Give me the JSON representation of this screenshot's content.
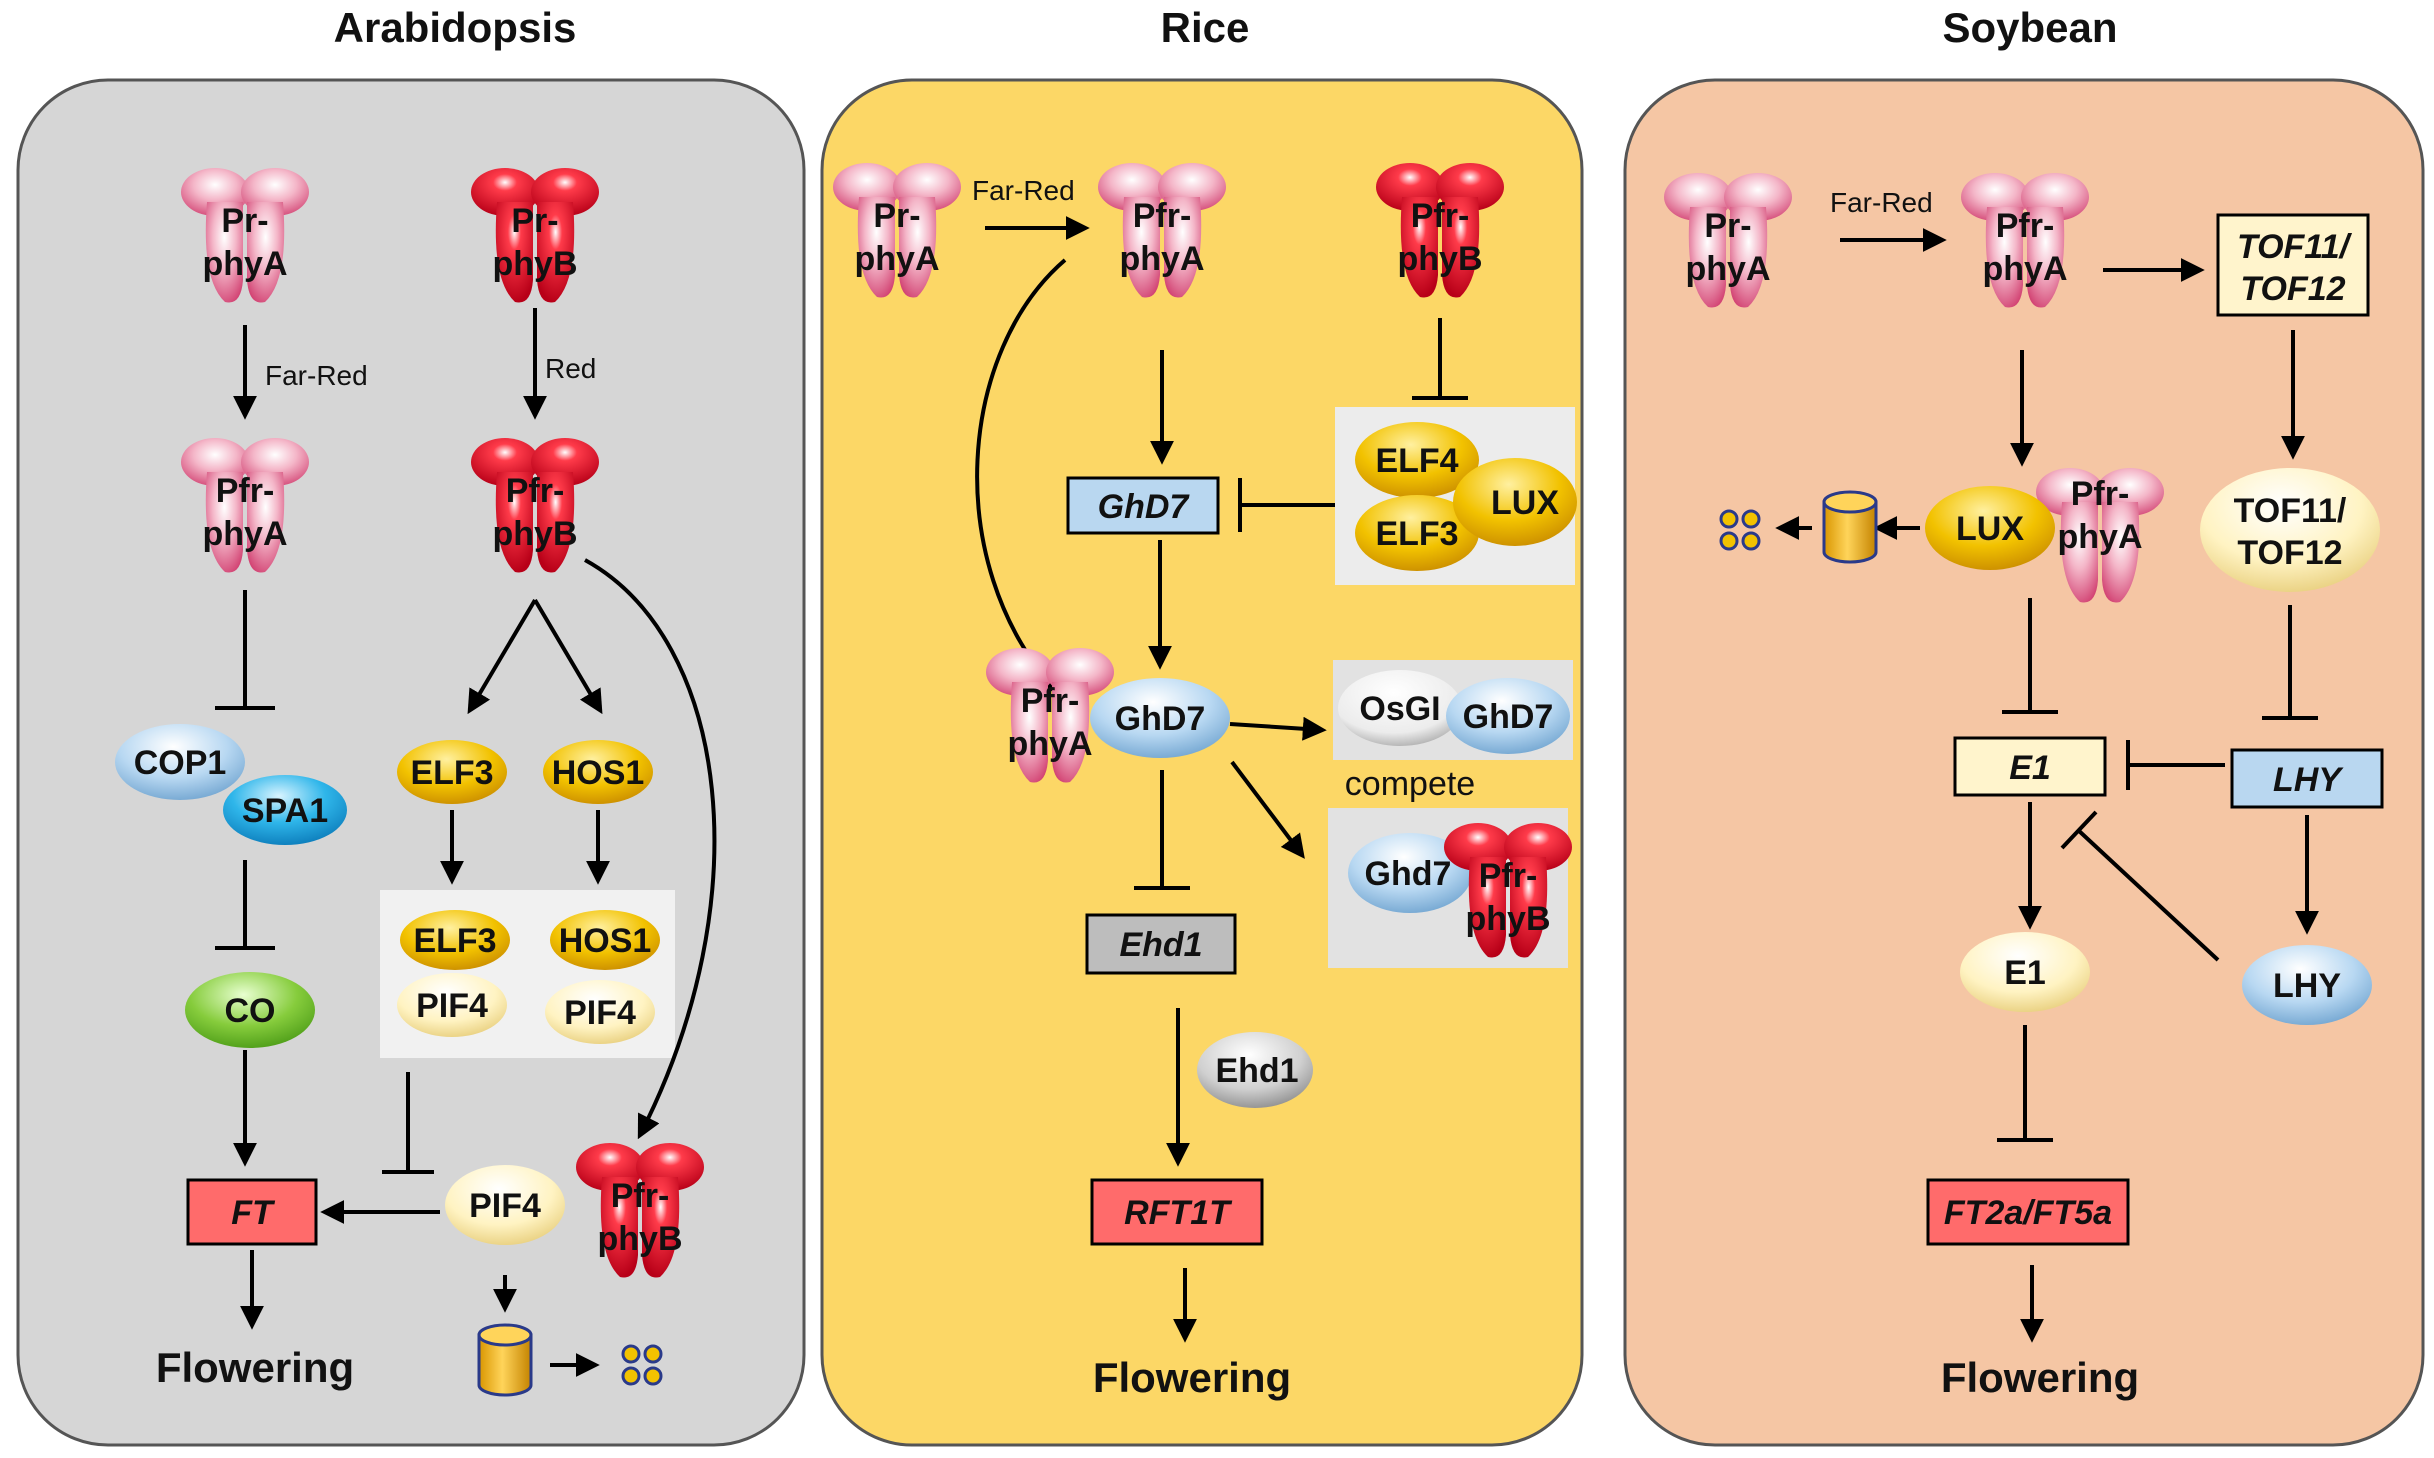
{
  "panels": {
    "arabidopsis": {
      "title": "Arabidopsis",
      "pr_phyA": [
        "Pr-",
        "phyA"
      ],
      "pr_phyB": [
        "Pr-",
        "phyB"
      ],
      "far_red": "Far-Red",
      "red": "Red",
      "pfr_phyA": [
        "Pfr-",
        "phyA"
      ],
      "pfr_phyB": [
        "Pfr-",
        "phyB"
      ],
      "cop1": "COP1",
      "spa1": "SPA1",
      "co": "CO",
      "elf3": "ELF3",
      "hos1": "HOS1",
      "complex_elf3": "ELF3",
      "complex_hos1": "HOS1",
      "complex_pif4_a": "PIF4",
      "complex_pif4_b": "PIF4",
      "ft": "FT",
      "pif4": "PIF4",
      "pfr_phyB_2": [
        "Pfr-",
        "phyB"
      ],
      "flowering": "Flowering"
    },
    "rice": {
      "title": "Rice",
      "pr_phyA": [
        "Pr-",
        "phyA"
      ],
      "far_red": "Far-Red",
      "pfr_phyA": [
        "Pfr-",
        "phyA"
      ],
      "pfr_phyB": [
        "Pfr-",
        "phyB"
      ],
      "elf4": "ELF4",
      "elf3": "ELF3",
      "lux": "LUX",
      "ghd7_gene": "GhD7",
      "pfr_phyA_2": [
        "Pfr-",
        "phyA"
      ],
      "ghd7_protein": "GhD7",
      "osgi": "OsGI",
      "ghd7_small": "GhD7",
      "compete": "compete",
      "ghd7_b": "Ghd7",
      "pfr_phyB_2": [
        "Pfr-",
        "phyB"
      ],
      "ehd1_gene": "Ehd1",
      "ehd1_protein": "Ehd1",
      "rft1": "RFT1T",
      "flowering": "Flowering"
    },
    "soybean": {
      "title": "Soybean",
      "pr_phyA": [
        "Pr-",
        "phyA"
      ],
      "far_red": "Far-Red",
      "pfr_phyA": [
        "Pfr-",
        "phyA"
      ],
      "tof_gene": [
        "TOF11/",
        "TOF12"
      ],
      "lux": "LUX",
      "pfr_phyA_2": [
        "Pfr-",
        "phyA"
      ],
      "tof_protein": [
        "TOF11/",
        "TOF12"
      ],
      "e1_gene": "E1",
      "lhy_gene": "LHY",
      "e1_protein": "E1",
      "lhy_protein": "LHY",
      "ft": "FT2a/FT5a",
      "flowering": "Flowering"
    }
  },
  "colors": {
    "arabidopsis_bg": "#d7d7d7",
    "rice_bg": "#fbd86a",
    "soybean_bg": "#f5c6a5",
    "phyA_pink": "#e0608a",
    "phyB_red": "#e0102a",
    "yellow_protein": "#f0b400",
    "blue_protein": "#a9cde8",
    "green_protein": "#7cc43a",
    "red_box": "#ff6b6b",
    "cream_box": "#fff4cc",
    "blue_box": "#b9d7f0",
    "gray_box": "#bdbdbd"
  }
}
